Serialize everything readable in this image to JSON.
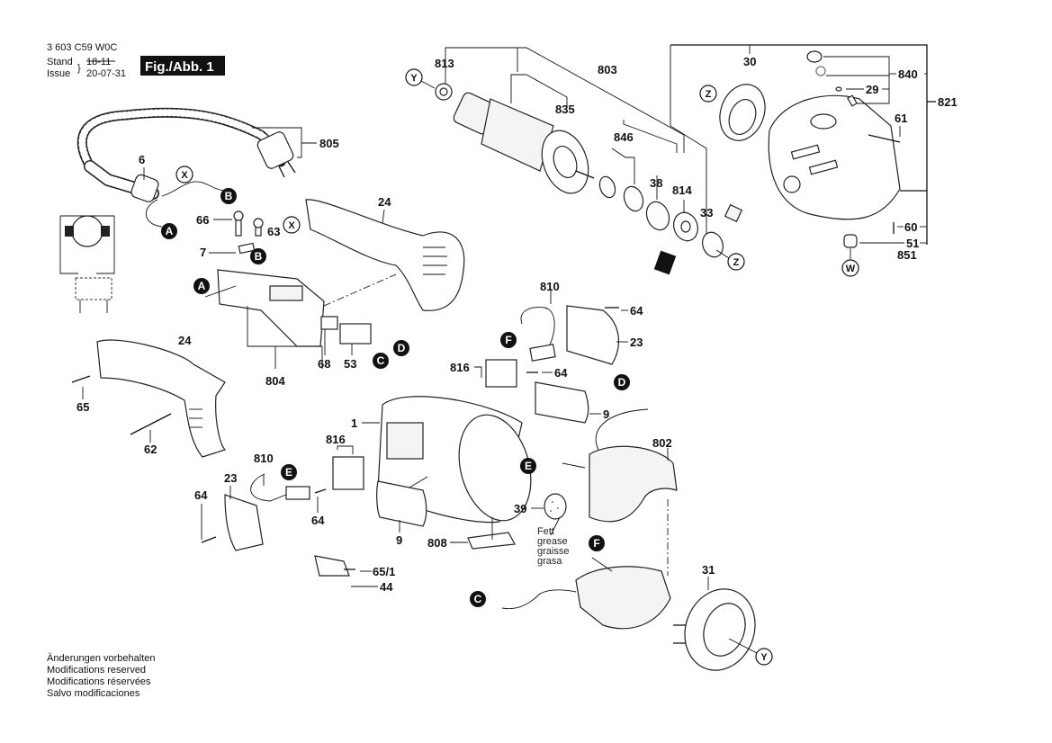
{
  "header": {
    "doc_number": "3 603 C59 W0C",
    "stand_label": "Stand",
    "issue_label": "Issue",
    "old_date_struck": "18-11",
    "issue_date": "20-07-31",
    "figure_label": "Fig./Abb. 1"
  },
  "footer": {
    "lines": [
      "Änderungen vorbehalten",
      "Modifications reserved",
      "Modifications réservées",
      "Salvo modificaciones"
    ]
  },
  "grease_note": {
    "lines": [
      "Fett",
      "grease",
      "graisse",
      "grasa"
    ]
  },
  "part_labels": {
    "p813": "813",
    "p803": "803",
    "p835": "835",
    "p846": "846",
    "p38": "38",
    "p814": "814",
    "p33": "33",
    "p30": "30",
    "p840": "840",
    "p29": "29",
    "p821": "821",
    "p61": "61",
    "p60": "60",
    "p51": "51",
    "p851": "851",
    "p805": "805",
    "p6": "6",
    "p66": "66",
    "p63": "63",
    "p7": "7",
    "p24a": "24",
    "p24b": "24",
    "p804": "804",
    "p68": "68",
    "p53": "53",
    "p65": "65",
    "p62": "62",
    "p810a": "810",
    "p64a": "64",
    "p23a": "23",
    "p816a": "816",
    "p64b": "64",
    "p9a": "9",
    "p1": "1",
    "p802": "802",
    "p816b": "816",
    "p810b": "810",
    "p23b": "23",
    "p64c": "64",
    "p64d": "64",
    "p9b": "9",
    "p808": "808",
    "p39": "39",
    "p651": "65/1",
    "p44": "44",
    "p31": "31"
  },
  "connectors": {
    "A": "A",
    "B": "B",
    "C": "C",
    "D": "D",
    "E": "E",
    "F": "F"
  },
  "refs": {
    "X": "X",
    "Y": "Y",
    "Z": "Z",
    "W": "W"
  }
}
